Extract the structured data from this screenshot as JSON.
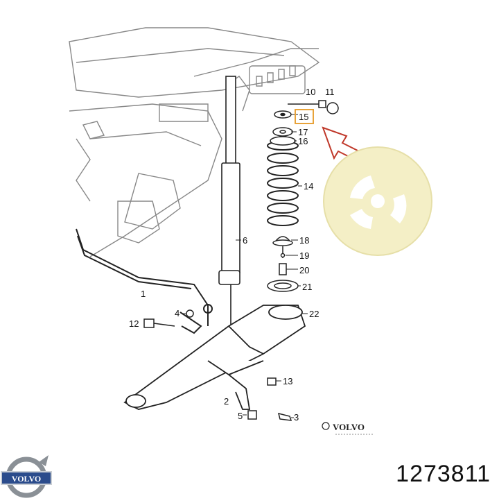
{
  "labels": {
    "l1": "1",
    "l2": "2",
    "l3": "3",
    "l4": "4",
    "l5": "5",
    "l6": "6",
    "l10": "10",
    "l11": "11",
    "l12": "12",
    "l13": "13",
    "l14": "14",
    "l15": "15",
    "l16": "16",
    "l17": "17",
    "l18": "18",
    "l19": "19",
    "l20": "20",
    "l21": "21",
    "l22": "22"
  },
  "brand": {
    "watermark": "VOLVO",
    "logo_text": "VOLVO"
  },
  "part_number": "1273811",
  "colors": {
    "highlight": "#e8a33a",
    "arrow": "#c0392b",
    "part_photo": "#f4efc6",
    "logo_blue": "#2b4c8c"
  },
  "icons": {
    "brand_logo": "volvo-logo-icon",
    "arrow": "pointer-arrow-icon"
  }
}
